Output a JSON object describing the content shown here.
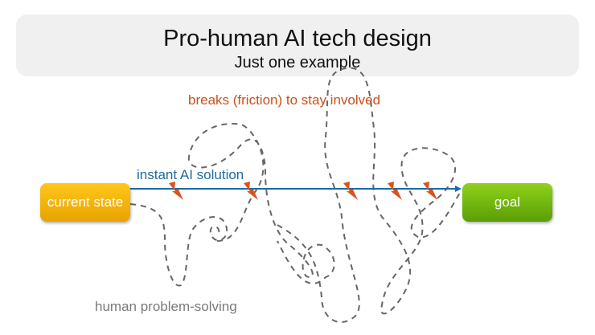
{
  "header": {
    "title": "Pro-human AI tech design",
    "subtitle": "Just one example"
  },
  "nodes": {
    "start": "current state",
    "end": "goal"
  },
  "labels": {
    "breaks": "breaks (friction) to stay involved",
    "instant": "instant AI solution",
    "human": "human problem-solving"
  },
  "colors": {
    "start": "#f5b300",
    "end": "#6fb80c",
    "ai_line": "#1f6aa5",
    "breaks": "#d9531a",
    "human_path": "#666666"
  },
  "icons": {
    "break_marker": "lightning-bolt-icon",
    "break_count": 5
  }
}
